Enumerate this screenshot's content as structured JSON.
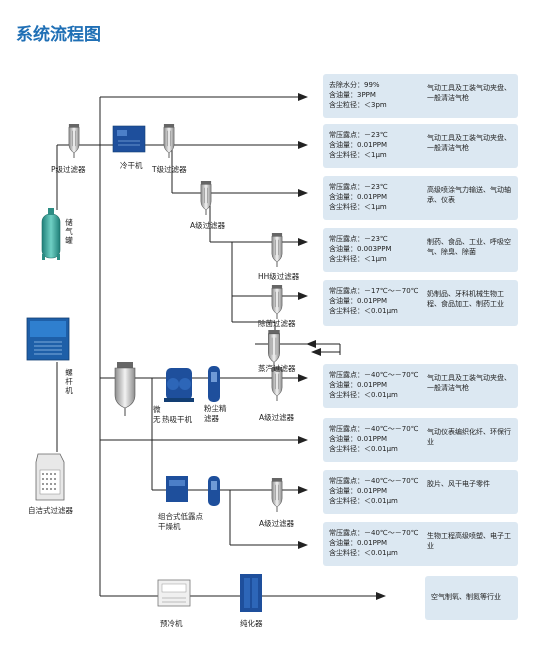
{
  "title": "系统流程图",
  "components": {
    "p_filter": "P级过滤器",
    "dryer": "冷干机",
    "t_filter": "T级过滤器",
    "a_filter": "A级过滤器",
    "hh_filter": "HH级过滤器",
    "sterile_filter": "除菌过滤器",
    "steam_filter": "蒸汽过滤器",
    "tank": "储气罐",
    "compressor": "螺杆机",
    "auto_clean_filter": "自洁式过滤器",
    "micro_heat_dryer_a": "微",
    "micro_heat_dryer_b": "无",
    "micro_heat_dryer_c": "热吸干机",
    "dust_filter": "粉尘精滤器",
    "a_filter_2": "A级过滤器",
    "combo_dryer": "组合式低露点干燥机",
    "a_filter_3": "A级过滤器",
    "precooler": "预冷机",
    "purifier": "纯化器"
  },
  "outputs": [
    {
      "spec": [
        "去除水分：99%",
        "含油量：3PPM",
        "含尘粒径：＜3pm"
      ],
      "app": "气动工具及工装气动夹盘、一般清洁气枪"
    },
    {
      "spec": [
        "常压露点：－23℃",
        "含油量：0.01PPM",
        "含尘料径：＜1μm"
      ],
      "app": "气动工具及工装气动夹盘、一般清洁气枪"
    },
    {
      "spec": [
        "常压露点：－23℃",
        "含油量：0.01PPM",
        "含尘料径：＜1μm"
      ],
      "app": "高级喷涂气力输送、气动轴承、仪表"
    },
    {
      "spec": [
        "常压露点：－23℃",
        "含油量：0.003PPM",
        "含尘料径：＜1μm"
      ],
      "app": "制药、食品、工业、呼吸空气、除臭、除菌"
    },
    {
      "spec": [
        "常压露点：－17℃～－70℃",
        "含油量：0.01PPM",
        "含尘料径：＜0.01μm"
      ],
      "app": "奶制品、牙科机械生物工程、食品加工、制药工业"
    },
    {
      "spec": [
        "常压露点：－40℃～－70℃",
        "含油量：0.01PPM",
        "含尘料径：＜0.01μm"
      ],
      "app": "气动工具及工装气动夹盘、一般清洁气枪"
    },
    {
      "spec": [
        "常压露点：－40℃～－70℃",
        "含油量：0.01PPM",
        "含尘料径：＜0.01μm"
      ],
      "app": "气动仪表编织化纤、环保行业"
    },
    {
      "spec": [
        "常压露点：－40℃～－70℃",
        "含油量：0.01PPM",
        "含尘料径：＜0.01μm"
      ],
      "app": "胶片、风干电子零件"
    },
    {
      "spec": [
        "常压露点：－40℃～－70℃",
        "含油量：0.01PPM",
        "含尘料径：＜0.01μm"
      ],
      "app": "生物工程高级喷塑、电子工业"
    },
    {
      "spec": [],
      "app": "空气制氧、制氮等行业"
    }
  ],
  "colors": {
    "title": "#1f6fb5",
    "panel": "#dce8f2",
    "equipment": "#1e4f9c",
    "tank": "#3aa79a",
    "line": "#222222"
  }
}
